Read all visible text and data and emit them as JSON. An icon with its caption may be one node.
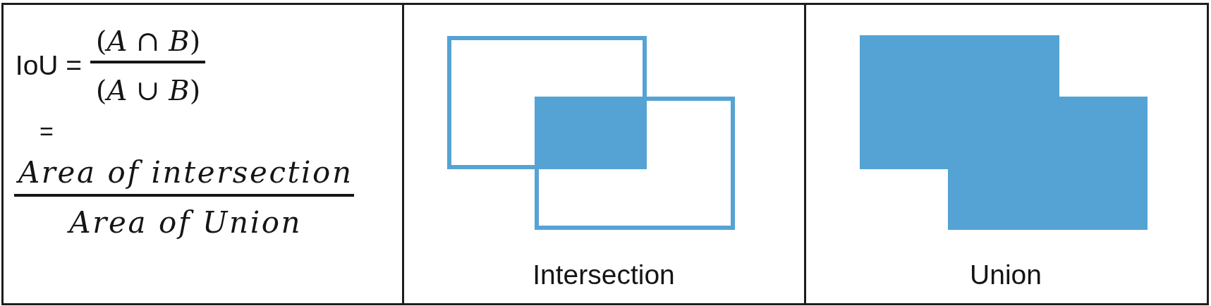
{
  "diagram": {
    "nodes": [
      {
        "text": [
          "IoU =",
          "(*A* ∩ *B*)",
          "(*A* ∪ *B*)",
          "=",
          "Area of intersection",
          "Area of Union"
        ]
      },
      {
        "text": [
          "Intersection"
        ]
      },
      {
        "text": [
          "Union"
        ]
      },
      {
        "text": [],
        "shape": "box",
        "in": 1
      },
      {
        "text": [],
        "shape": "box",
        "in": 1
      },
      {
        "text": [],
        "shape": "box"
      },
      {
        "text": [],
        "shape": "polygon",
        "in": 2
      }
    ]
  }
}
